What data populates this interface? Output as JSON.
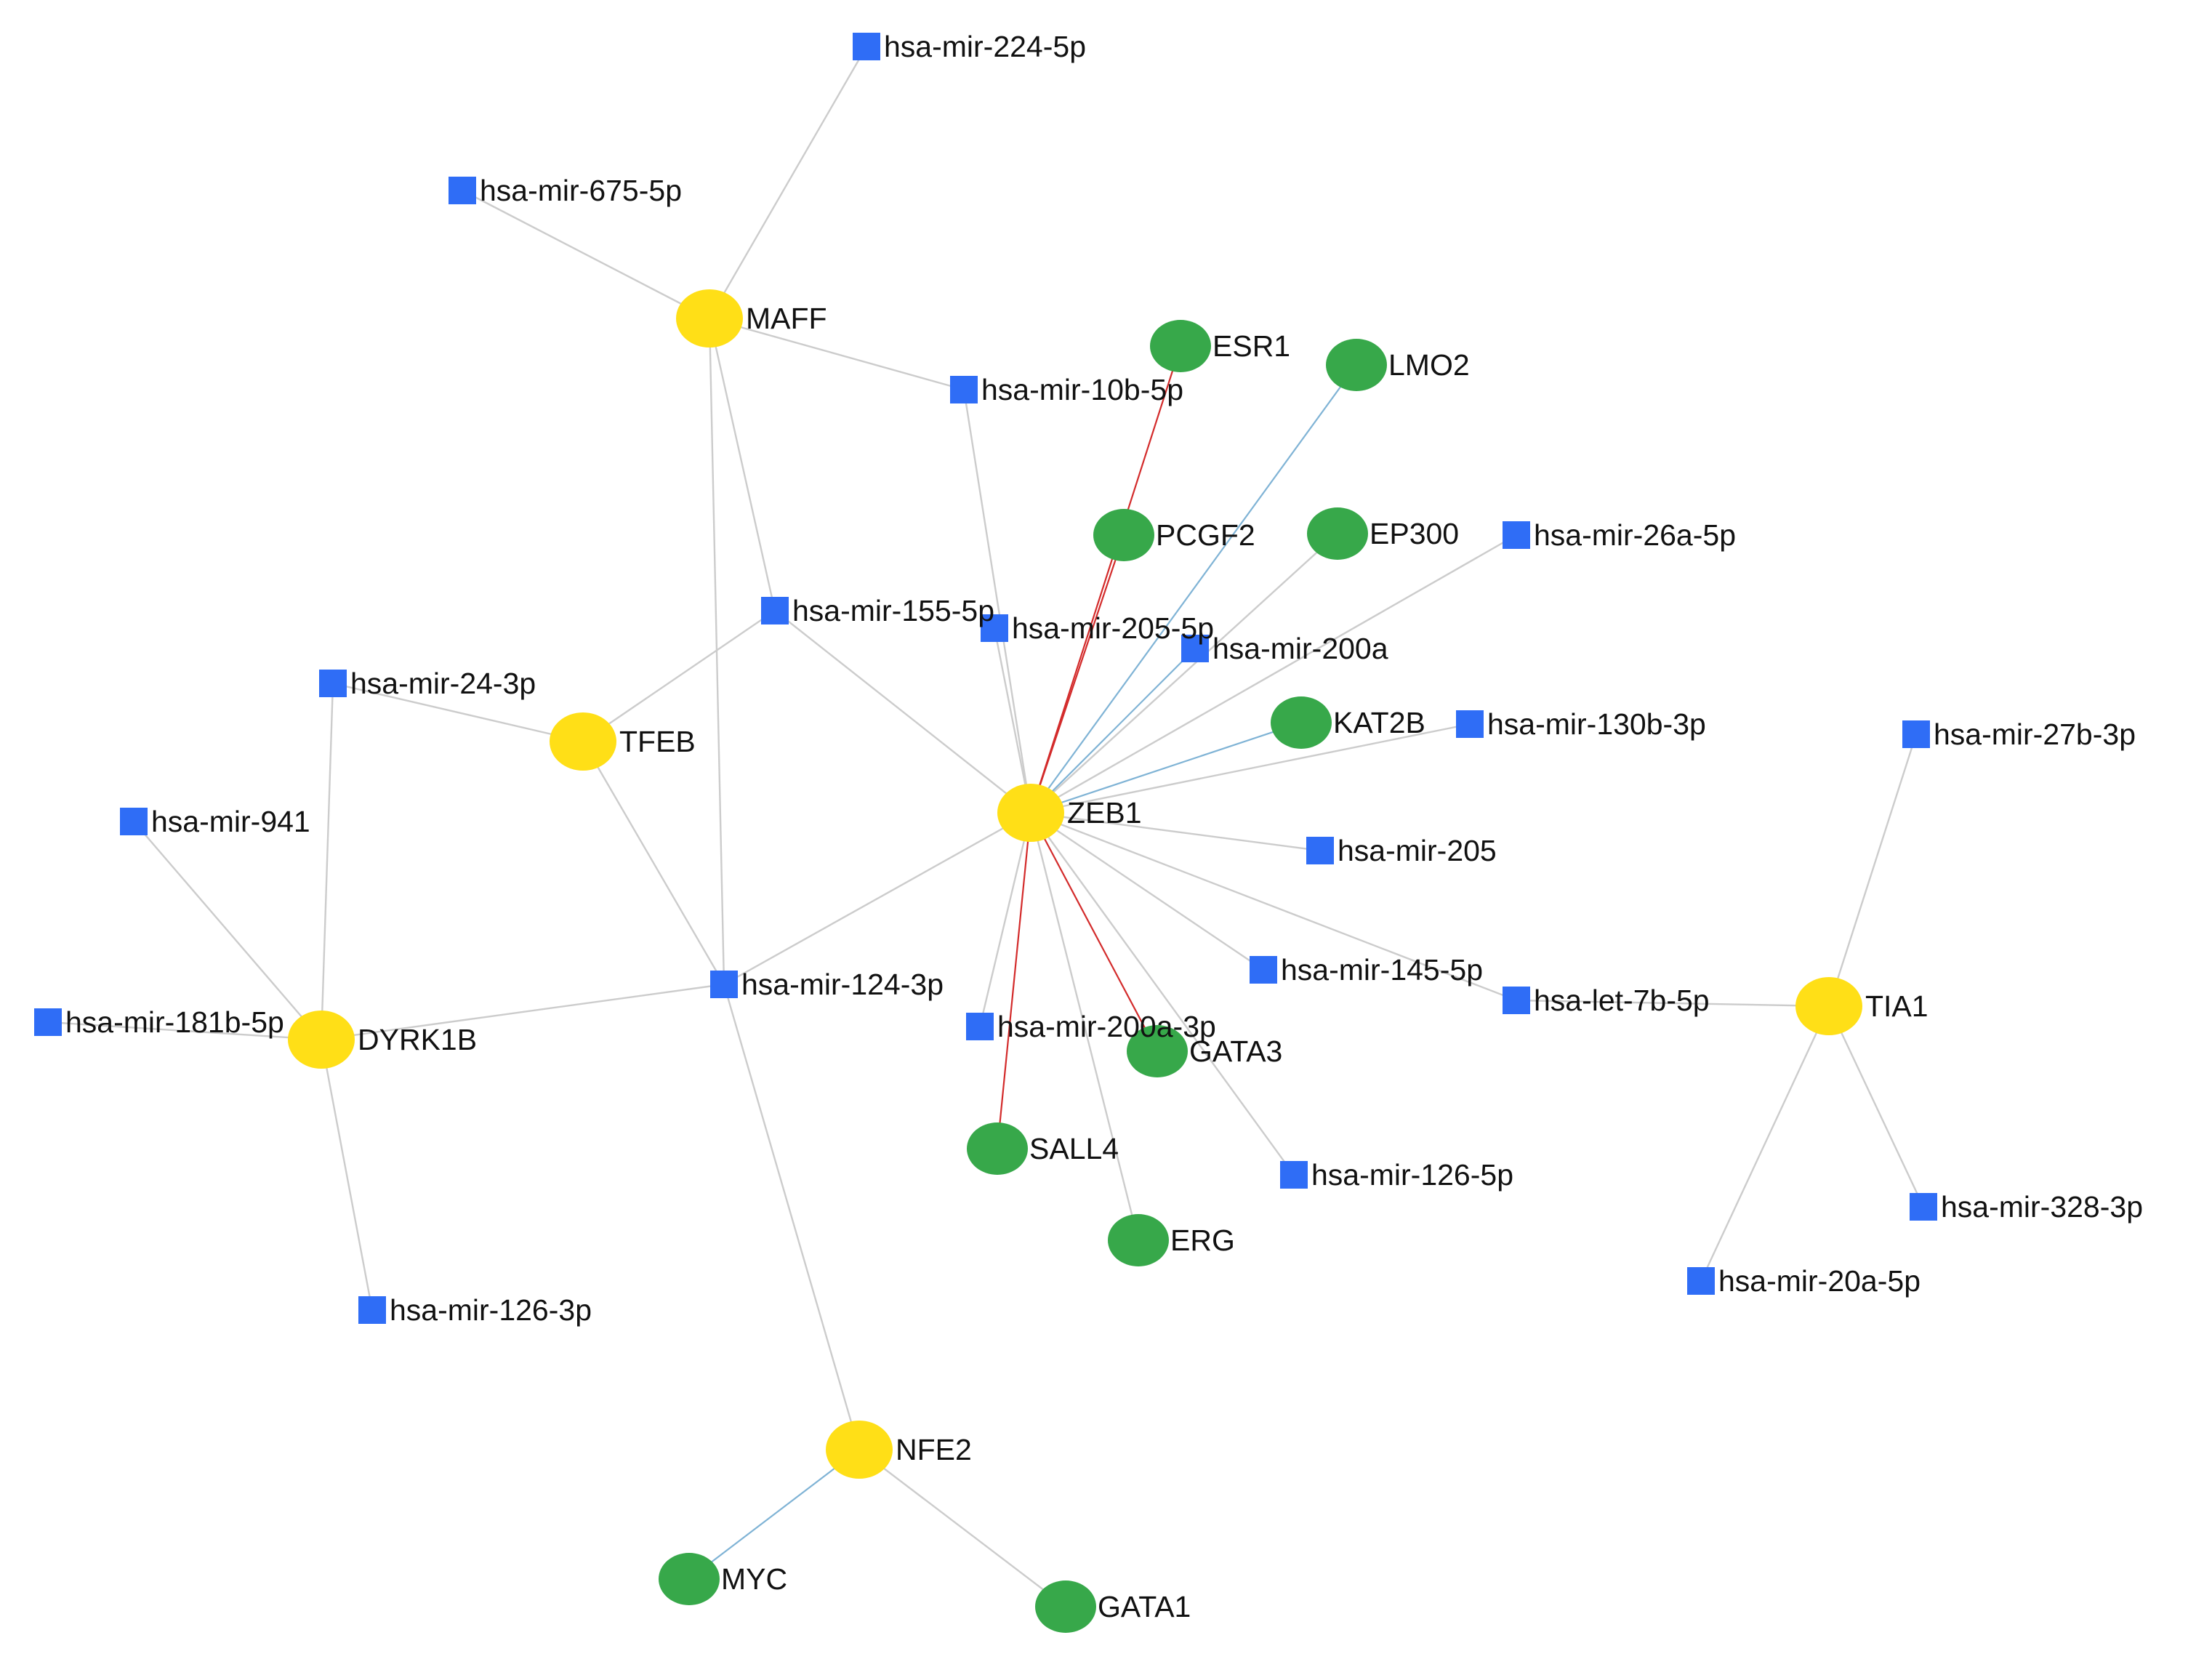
{
  "colors": {
    "background": "#ffffff",
    "gene": "#ffdf17",
    "tf": "#37a84a",
    "mirna": "#2f6df6",
    "edge_default": "#cccccc",
    "edge_red": "#d32b2b",
    "edge_blue": "#7fb3d5"
  },
  "legend_note": "",
  "nodes": [
    {
      "id": "MAFF",
      "label": "MAFF",
      "type": "gene"
    },
    {
      "id": "TFEB",
      "label": "TFEB",
      "type": "gene"
    },
    {
      "id": "ZEB1",
      "label": "ZEB1",
      "type": "gene"
    },
    {
      "id": "DYRK1B",
      "label": "DYRK1B",
      "type": "gene"
    },
    {
      "id": "TIA1",
      "label": "TIA1",
      "type": "gene"
    },
    {
      "id": "NFE2",
      "label": "NFE2",
      "type": "gene"
    },
    {
      "id": "ESR1",
      "label": "ESR1",
      "type": "tf"
    },
    {
      "id": "LMO2",
      "label": "LMO2",
      "type": "tf"
    },
    {
      "id": "PCGF2",
      "label": "PCGF2",
      "type": "tf"
    },
    {
      "id": "EP300",
      "label": "EP300",
      "type": "tf"
    },
    {
      "id": "KAT2B",
      "label": "KAT2B",
      "type": "tf"
    },
    {
      "id": "GATA3",
      "label": "GATA3",
      "type": "tf"
    },
    {
      "id": "SALL4",
      "label": "SALL4",
      "type": "tf"
    },
    {
      "id": "ERG",
      "label": "ERG",
      "type": "tf"
    },
    {
      "id": "MYC",
      "label": "MYC",
      "type": "tf"
    },
    {
      "id": "GATA1",
      "label": "GATA1",
      "type": "tf"
    },
    {
      "id": "mir224_5p",
      "label": "hsa-mir-224-5p",
      "type": "mirna"
    },
    {
      "id": "mir675_5p",
      "label": "hsa-mir-675-5p",
      "type": "mirna"
    },
    {
      "id": "mir10b_5p",
      "label": "hsa-mir-10b-5p",
      "type": "mirna"
    },
    {
      "id": "mir26a_5p",
      "label": "hsa-mir-26a-5p",
      "type": "mirna"
    },
    {
      "id": "mir155_5p",
      "label": "hsa-mir-155-5p",
      "type": "mirna"
    },
    {
      "id": "mir205_5p",
      "label": "hsa-mir-205-5p",
      "type": "mirna"
    },
    {
      "id": "mir200a",
      "label": "hsa-mir-200a",
      "type": "mirna"
    },
    {
      "id": "mir24_3p",
      "label": "hsa-mir-24-3p",
      "type": "mirna"
    },
    {
      "id": "mir130b_3p",
      "label": "hsa-mir-130b-3p",
      "type": "mirna"
    },
    {
      "id": "mir27b_3p",
      "label": "hsa-mir-27b-3p",
      "type": "mirna"
    },
    {
      "id": "mir941",
      "label": "hsa-mir-941",
      "type": "mirna"
    },
    {
      "id": "mir205",
      "label": "hsa-mir-205",
      "type": "mirna"
    },
    {
      "id": "mir145_5p",
      "label": "hsa-mir-145-5p",
      "type": "mirna"
    },
    {
      "id": "let7b_5p",
      "label": "hsa-let-7b-5p",
      "type": "mirna"
    },
    {
      "id": "mir124_3p",
      "label": "hsa-mir-124-3p",
      "type": "mirna"
    },
    {
      "id": "mir181b_5p",
      "label": "hsa-mir-181b-5p",
      "type": "mirna"
    },
    {
      "id": "mir200a_3p",
      "label": "hsa-mir-200a-3p",
      "type": "mirna"
    },
    {
      "id": "mir126_5p",
      "label": "hsa-mir-126-5p",
      "type": "mirna"
    },
    {
      "id": "mir328_3p",
      "label": "hsa-mir-328-3p",
      "type": "mirna"
    },
    {
      "id": "mir20a_5p",
      "label": "hsa-mir-20a-5p",
      "type": "mirna"
    },
    {
      "id": "mir126_3p",
      "label": "hsa-mir-126-3p",
      "type": "mirna"
    }
  ],
  "edges": [
    {
      "source": "MAFF",
      "target": "mir224_5p",
      "style": "default"
    },
    {
      "source": "MAFF",
      "target": "mir675_5p",
      "style": "default"
    },
    {
      "source": "MAFF",
      "target": "mir10b_5p",
      "style": "default"
    },
    {
      "source": "MAFF",
      "target": "mir155_5p",
      "style": "default"
    },
    {
      "source": "MAFF",
      "target": "mir124_3p",
      "style": "default"
    },
    {
      "source": "TFEB",
      "target": "mir24_3p",
      "style": "default"
    },
    {
      "source": "TFEB",
      "target": "mir155_5p",
      "style": "default"
    },
    {
      "source": "TFEB",
      "target": "mir124_3p",
      "style": "default"
    },
    {
      "source": "DYRK1B",
      "target": "mir24_3p",
      "style": "default"
    },
    {
      "source": "DYRK1B",
      "target": "mir941",
      "style": "default"
    },
    {
      "source": "DYRK1B",
      "target": "mir181b_5p",
      "style": "default"
    },
    {
      "source": "DYRK1B",
      "target": "mir124_3p",
      "style": "default"
    },
    {
      "source": "DYRK1B",
      "target": "mir126_3p",
      "style": "default"
    },
    {
      "source": "NFE2",
      "target": "mir124_3p",
      "style": "default"
    },
    {
      "source": "NFE2",
      "target": "MYC",
      "style": "blue"
    },
    {
      "source": "NFE2",
      "target": "GATA1",
      "style": "default"
    },
    {
      "source": "TIA1",
      "target": "mir27b_3p",
      "style": "default"
    },
    {
      "source": "TIA1",
      "target": "let7b_5p",
      "style": "default"
    },
    {
      "source": "TIA1",
      "target": "mir328_3p",
      "style": "default"
    },
    {
      "source": "TIA1",
      "target": "mir20a_5p",
      "style": "default"
    },
    {
      "source": "ZEB1",
      "target": "ESR1",
      "style": "red"
    },
    {
      "source": "ZEB1",
      "target": "LMO2",
      "style": "blue"
    },
    {
      "source": "ZEB1",
      "target": "PCGF2",
      "style": "red"
    },
    {
      "source": "ZEB1",
      "target": "EP300",
      "style": "default"
    },
    {
      "source": "ZEB1",
      "target": "KAT2B",
      "style": "blue"
    },
    {
      "source": "ZEB1",
      "target": "SALL4",
      "style": "red"
    },
    {
      "source": "ZEB1",
      "target": "GATA3",
      "style": "red"
    },
    {
      "source": "ZEB1",
      "target": "ERG",
      "style": "default"
    },
    {
      "source": "ZEB1",
      "target": "mir10b_5p",
      "style": "default"
    },
    {
      "source": "ZEB1",
      "target": "mir155_5p",
      "style": "default"
    },
    {
      "source": "ZEB1",
      "target": "mir205_5p",
      "style": "default"
    },
    {
      "source": "ZEB1",
      "target": "mir200a",
      "style": "blue"
    },
    {
      "source": "ZEB1",
      "target": "mir26a_5p",
      "style": "default"
    },
    {
      "source": "ZEB1",
      "target": "mir130b_3p",
      "style": "default"
    },
    {
      "source": "ZEB1",
      "target": "mir205",
      "style": "default"
    },
    {
      "source": "ZEB1",
      "target": "mir145_5p",
      "style": "default"
    },
    {
      "source": "ZEB1",
      "target": "let7b_5p",
      "style": "default"
    },
    {
      "source": "ZEB1",
      "target": "mir124_3p",
      "style": "default"
    },
    {
      "source": "ZEB1",
      "target": "mir200a_3p",
      "style": "default"
    },
    {
      "source": "ZEB1",
      "target": "mir126_5p",
      "style": "default"
    }
  ]
}
